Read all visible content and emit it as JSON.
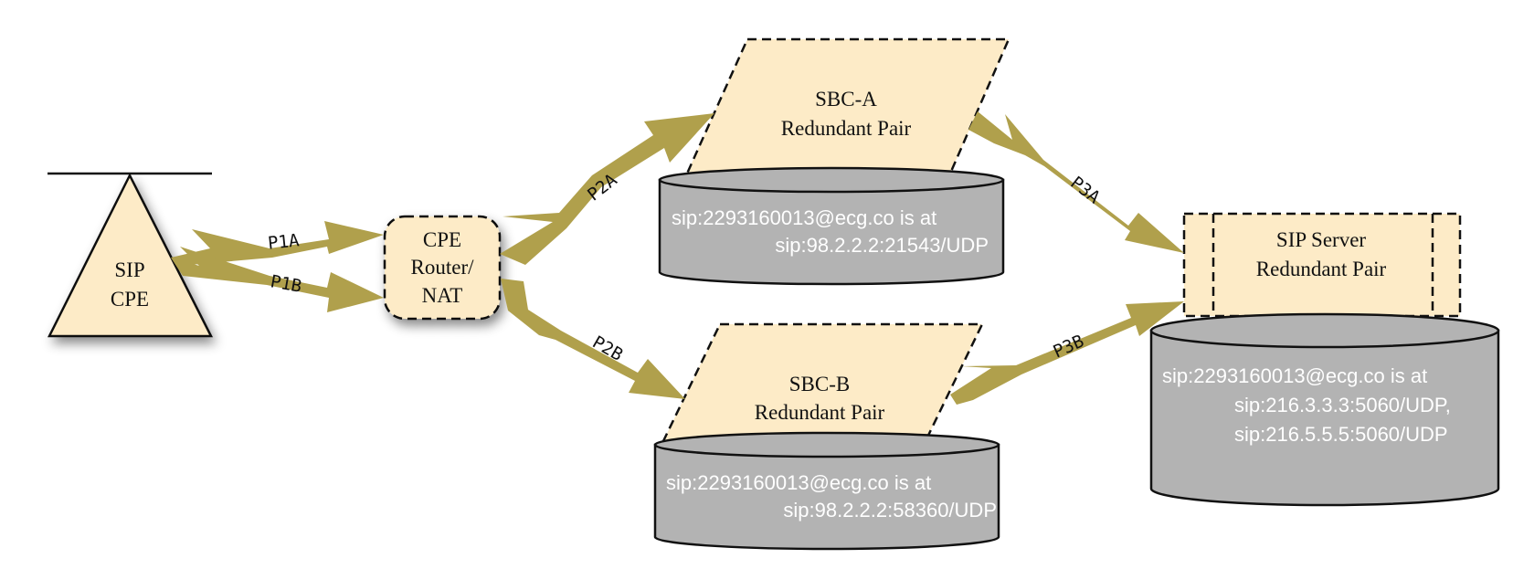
{
  "colors": {
    "arrow": "#b0a04c",
    "node_fill": "#fdebc7",
    "db_fill": "#b3b3b3",
    "db_text": "#ffffff",
    "stroke": "#111111"
  },
  "nodes": {
    "sip_cpe": {
      "line1": "SIP",
      "line2": "CPE"
    },
    "cpe_router": {
      "line1": "CPE",
      "line2": "Router/",
      "line3": "NAT"
    },
    "sbc_a": {
      "line1": "SBC-A",
      "line2": "Redundant Pair"
    },
    "sbc_b": {
      "line1": "SBC-B",
      "line2": "Redundant Pair"
    },
    "sip_server": {
      "line1": "SIP Server",
      "line2": "Redundant Pair"
    }
  },
  "databases": {
    "sbc_a_db": {
      "line1": "sip:2293160013@ecg.co is at",
      "line2": "sip:98.2.2.2:21543/UDP"
    },
    "sbc_b_db": {
      "line1": "sip:2293160013@ecg.co is at",
      "line2": "sip:98.2.2.2:58360/UDP"
    },
    "server_db": {
      "line1": "sip:2293160013@ecg.co is at",
      "line2": "sip:216.3.3.3:5060/UDP,",
      "line3": "sip:216.5.5.5:5060/UDP"
    }
  },
  "paths": {
    "p1a": "P1A",
    "p1b": "P1B",
    "p2a": "P2A",
    "p2b": "P2B",
    "p3a": "P3A",
    "p3b": "P3B"
  }
}
